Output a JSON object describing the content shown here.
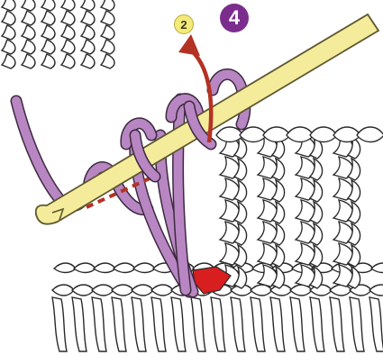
{
  "step": {
    "number": "4"
  },
  "substep": {
    "number": "2"
  },
  "colors": {
    "yarn_working": "#b886c3",
    "yarn_outline": "#3d2a3f",
    "hook": "#f4ec9b",
    "hook_outline": "#5e5730",
    "arrow": "#b43224",
    "marker": "#d81e1e",
    "badge_step": "#7b2d8e",
    "badge_sub": "#f3ea7a",
    "fabric": "#ffffff",
    "fabric_outline": "#2a2a2a"
  },
  "icons": {
    "step_badge": "circle-number-badge",
    "substep_badge": "circle-number-badge",
    "direction": "curved-arrow-up"
  }
}
